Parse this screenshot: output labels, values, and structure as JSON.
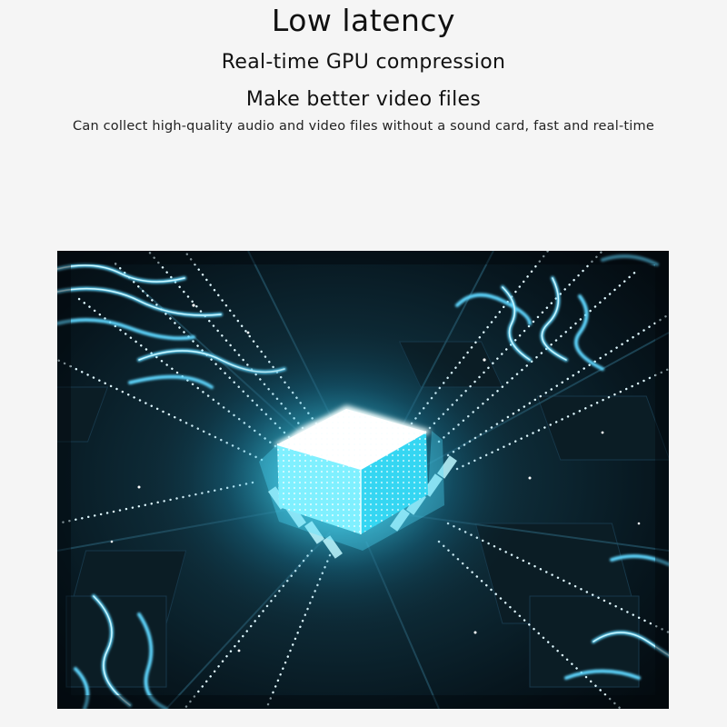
{
  "header": {
    "title": "Low latency",
    "subtitle_1": "Real-time GPU compression",
    "subtitle_2": "Make better video files",
    "description": "Can collect high-quality audio and video files without a sound card, fast and real-time"
  },
  "colors": {
    "page_background": "#f5f5f5",
    "text": "#111111",
    "board_dark": "#071218",
    "glow_cyan": "#39e8ff",
    "trace_blue": "#4fb8ff"
  },
  "image": {
    "icon": "glowing-chip-circuit-board-image"
  }
}
